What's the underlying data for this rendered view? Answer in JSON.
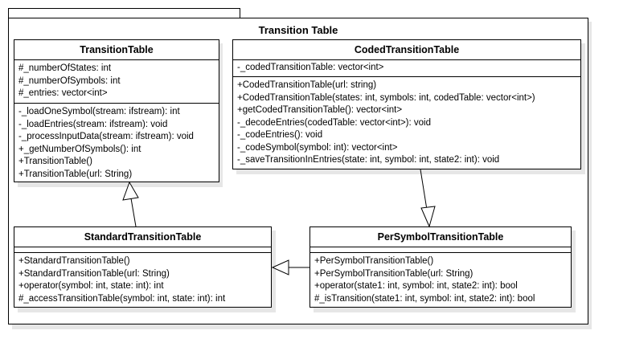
{
  "package": {
    "title": "Transition Table"
  },
  "classes": {
    "transition_table": {
      "name": "TransitionTable",
      "attributes": [
        "#_numberOfStates: int",
        "#_numberOfSymbols: int",
        "#_entries: vector<int>"
      ],
      "operations": [
        "-_loadOneSymbol(stream: ifstream): int",
        "-_loadEntries(stream: ifstream): void",
        "-_processInputData(stream: ifstream): void",
        "+_getNumberOfSymbols(): int",
        "+TransitionTable()",
        "+TransitionTable(url: String)"
      ]
    },
    "coded_transition_table": {
      "name": "CodedTransitionTable",
      "attributes": [
        "-_codedTransitionTable: vector<int>"
      ],
      "operations": [
        "+CodedTransitionTable(url: string)",
        "+CodedTransitionTable(states: int, symbols: int, codedTable: vector<int>)",
        "+getCodedTransitionTable(): vector<int>",
        "-_decodeEntries(codedTable: vector<int>): void",
        "-_codeEntries(): void",
        "-_codeSymbol(symbol: int): vector<int>",
        "-_saveTransitionInEntries(state: int, symbol: int, state2: int): void"
      ]
    },
    "standard_transition_table": {
      "name": "StandardTransitionTable",
      "attributes": [],
      "operations": [
        "+StandardTransitionTable()",
        "+StandardTransitionTable(url: String)",
        "+operator(symbol: int, state: int): int",
        "#_accessTransitionTable(symbol: int, state: int): int"
      ]
    },
    "per_symbol_transition_table": {
      "name": "PerSymbolTransitionTable",
      "attributes": [],
      "operations": [
        "+PerSymbolTransitionTable()",
        "+PerSymbolTransitionTable(url: String)",
        "+operator(state1: int, symbol: int, state2: int): bool",
        "#_isTransition(state1: int, symbol: int, state2: int): bool"
      ]
    }
  }
}
